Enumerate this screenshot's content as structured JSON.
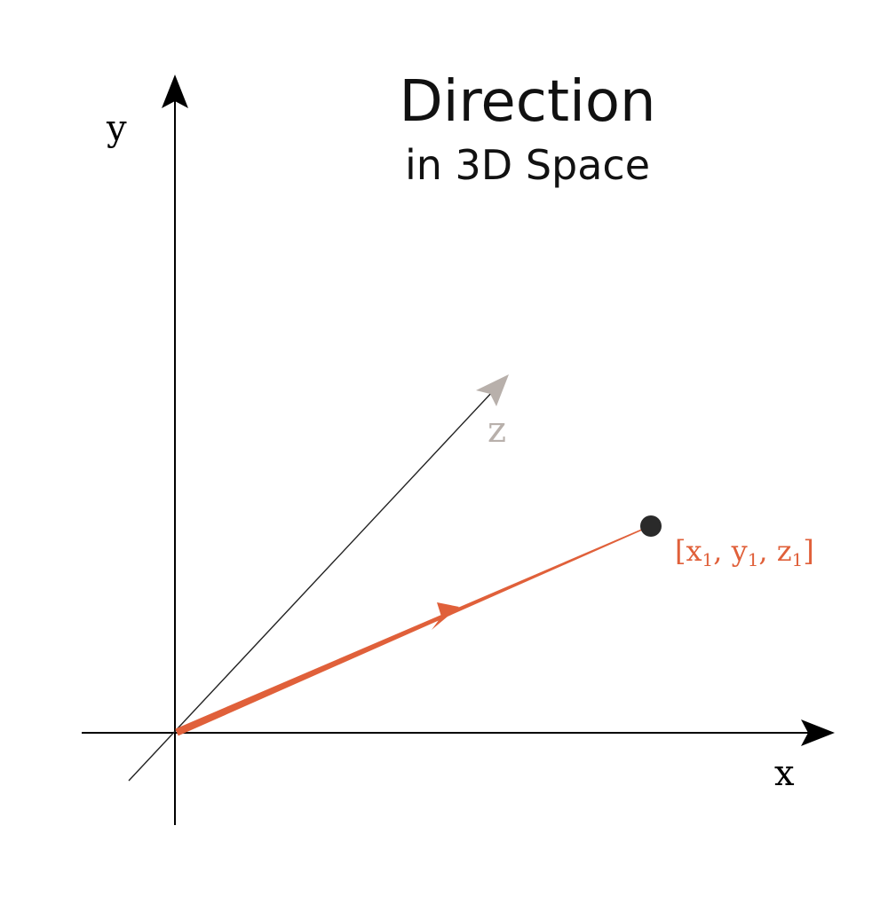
{
  "title": {
    "main": "Direction",
    "sub": "in 3D Space"
  },
  "axes": {
    "x": {
      "label": "x",
      "color": "#000000"
    },
    "y": {
      "label": "y",
      "color": "#000000"
    },
    "z": {
      "label": "z",
      "color": "#b8b0ab"
    }
  },
  "vector": {
    "color": "#e0603a",
    "endpoint": {
      "color": "#2a2a2a",
      "label_parts": [
        {
          "text": "[x",
          "sub": false
        },
        {
          "text": "1",
          "sub": true
        },
        {
          "text": ", y",
          "sub": false
        },
        {
          "text": "1",
          "sub": true
        },
        {
          "text": ", z",
          "sub": false
        },
        {
          "text": "1",
          "sub": true
        },
        {
          "text": "]",
          "sub": false
        }
      ]
    }
  }
}
